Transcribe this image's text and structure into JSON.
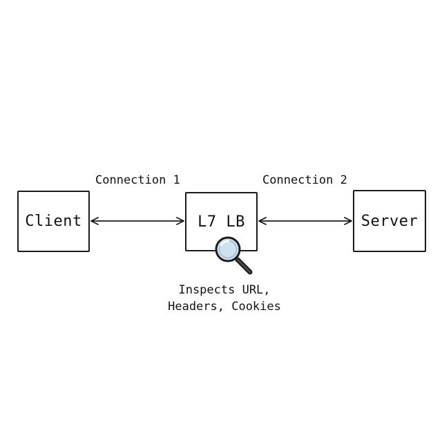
{
  "nodes": {
    "client": "Client",
    "l7lb": "L7 LB",
    "server": "Server"
  },
  "connections": {
    "left": "Connection 1",
    "right": "Connection 2"
  },
  "note": {
    "line1": "Inspects URL,",
    "line2": "Headers, Cookies"
  },
  "icons": {
    "inspect": "magnifying-glass"
  },
  "colors": {
    "stroke": "#1a1a1a",
    "lens_fill": "#cfe0ef"
  }
}
